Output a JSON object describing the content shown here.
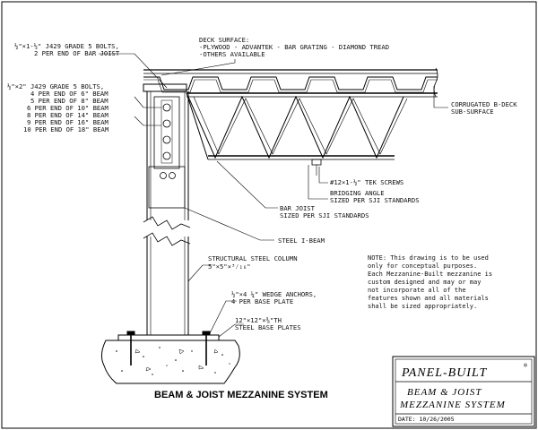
{
  "drawing": {
    "title": "BEAM & JOIST MEZZANINE SYSTEM",
    "labels": {
      "bolts_bar_joist": [
        "½\"×1-½\" J429 GRADE 5 BOLTS,",
        "2 PER END OF BAR JOIST"
      ],
      "deck_surface": [
        "DECK SURFACE:",
        "-PLYWOOD - ADVANTEK - BAR GRATING - DIAMOND TREAD",
        "-OTHERS AVAILABLE"
      ],
      "bolts_beam": [
        "½\"×2\" J429 GRADE 5 BOLTS,",
        "4 PER END OF 6\" BEAM",
        "5 PER END OF 8\" BEAM",
        "6 PER END OF 10\" BEAM",
        "8 PER END OF 14\" BEAM",
        "9 PER END OF 16\" BEAM",
        "10 PER END OF 18\" BEAM"
      ],
      "corrugated_deck": [
        "CORRUGATED B-DECK",
        "SUB-SURFACE"
      ],
      "tek_screws": [
        "#12×1-½\" TEK SCREWS"
      ],
      "bridging_angle": [
        "BRIDGING ANGLE",
        "SIZED PER SJI STANDARDS"
      ],
      "bar_joist": [
        "BAR JOIST",
        "SIZED PER SJI STANDARDS"
      ],
      "steel_beam": [
        "STEEL I-BEAM"
      ],
      "column": [
        "STRUCTURAL STEEL COLUMN",
        "5\"×5\"×³⁄₁₆\""
      ],
      "wedge_anchors": [
        "½\"×4 ¼\" WEDGE ANCHORS,",
        "4 PER BASE PLATE"
      ],
      "base_plates": [
        "12\"×12\"×⅜\"TH",
        "STEEL BASE PLATES"
      ]
    },
    "note": [
      "NOTE: This drawing is to be used",
      "only for conceptual purposes.",
      "Each Mezzanine-Built mezzanine is",
      "custom designed and may or may",
      "not incorporate all of the",
      "features shown and all materials",
      "shall be sized appropriately."
    ]
  },
  "title_block": {
    "brand": "PANEL-BUILT",
    "brand_mark": "®",
    "system_line1": "BEAM & JOIST",
    "system_line2": "MEZZANINE SYSTEM",
    "date": "DATE: 10/26/2005"
  }
}
